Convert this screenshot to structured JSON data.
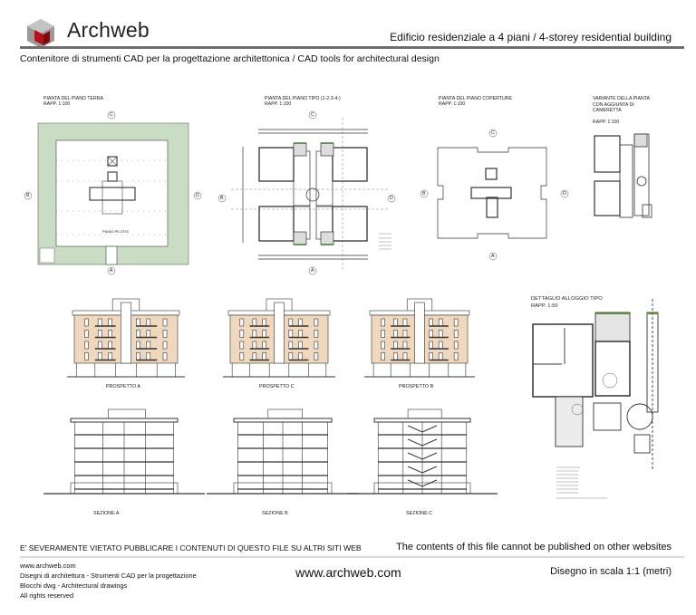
{
  "header": {
    "brand": "Archweb",
    "title": "Edificio residenziale a 4 piani  /  4-storey residential building",
    "subtitle": "Contenitore di strumenti CAD per la progettazione architettonica  /  CAD tools for architectural design"
  },
  "drawings": {
    "ground_plan": {
      "title": "PIANTA DEL PIANO TERRA",
      "scale": "RAPP. 1:100",
      "note": "PIANO PILOTIS"
    },
    "typical_plan": {
      "title": "PIANTA DEL PIANO TIPO (1-2-3-4-)",
      "scale": "RAPP. 1:100"
    },
    "roof_plan": {
      "title": "PIANTA DEL PIANO COPERTURE",
      "scale": "RAPP. 1:100"
    },
    "variant_plan": {
      "title": "VARIANTE DELLA PIANTA\nCON AGGIUNTA DI\nCAMERETTA",
      "scale": "RAPP. 1:100"
    },
    "detail_plan": {
      "title": "DETTAGLIO ALLOGGIO TIPO",
      "scale": "RAPP. 1:50"
    },
    "elevations": [
      "PROSPETTO A",
      "PROSPETTO C",
      "PROSPETTO B"
    ],
    "sections": [
      "SEZIONE A",
      "SEZIONE B",
      "SEZIONE C"
    ],
    "axis_markers": {
      "a": "A",
      "b": "B",
      "c": "C",
      "d": "D"
    }
  },
  "footer": {
    "warning_it": "E' SEVERAMENTE VIETATO PUBBLICARE I CONTENUTI DI QUESTO FILE SU ALTRI SITI WEB",
    "warning_en": "The contents of this file cannot be published on other websites",
    "lines": [
      "www.archweb.com",
      "Disegni di architettura - Strumenti CAD  per la progettazione",
      "Blocchi dwg - Architectural drawings",
      "All rights reserved"
    ],
    "site": "www.archweb.com",
    "scale_note": "Disegno in scala 1:1 (metri)"
  },
  "colors": {
    "lawn": "#c9dcc4",
    "facade": "#efd8bd",
    "logo_red": "#b3121b",
    "logo_gray": "#8a8a8a",
    "rule": "#6e6e6e"
  }
}
